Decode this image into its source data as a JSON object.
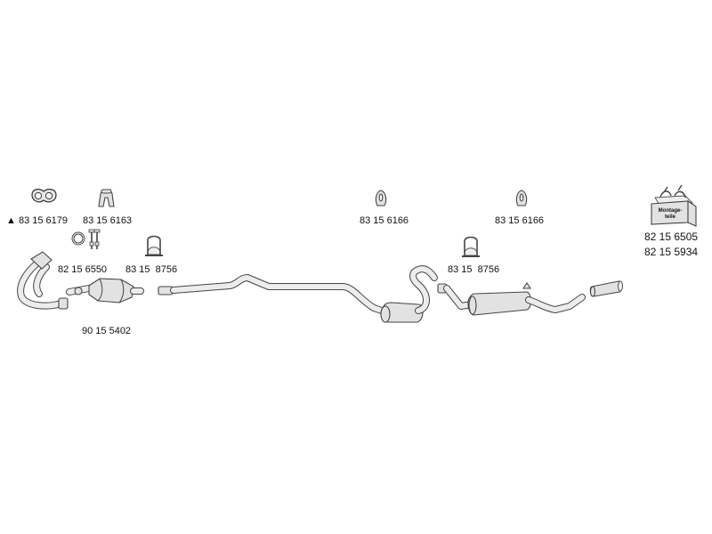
{
  "parts": {
    "gasket_pair": {
      "code": "83 15 6179",
      "marker": "▲"
    },
    "mount_front": {
      "code": "83 15 6163"
    },
    "flange_hardware": {
      "code": "82 15 6550"
    },
    "clamp_front": {
      "code": "83 15  8756"
    },
    "front_pipe": {
      "code": "90 15 5402"
    },
    "mount_middle": {
      "code": "83 15 6166"
    },
    "mount_rear": {
      "code": "83 15 6166"
    },
    "clamp_rear": {
      "code": "83 15  8756"
    },
    "kit_box": {
      "text_line1": "Montage-",
      "text_line2": "teile",
      "code_1": "82 15 6505",
      "code_2": "82 15 5934"
    }
  },
  "colors": {
    "line": "#444444",
    "fill": "#e2e2e2",
    "text": "#111111"
  }
}
